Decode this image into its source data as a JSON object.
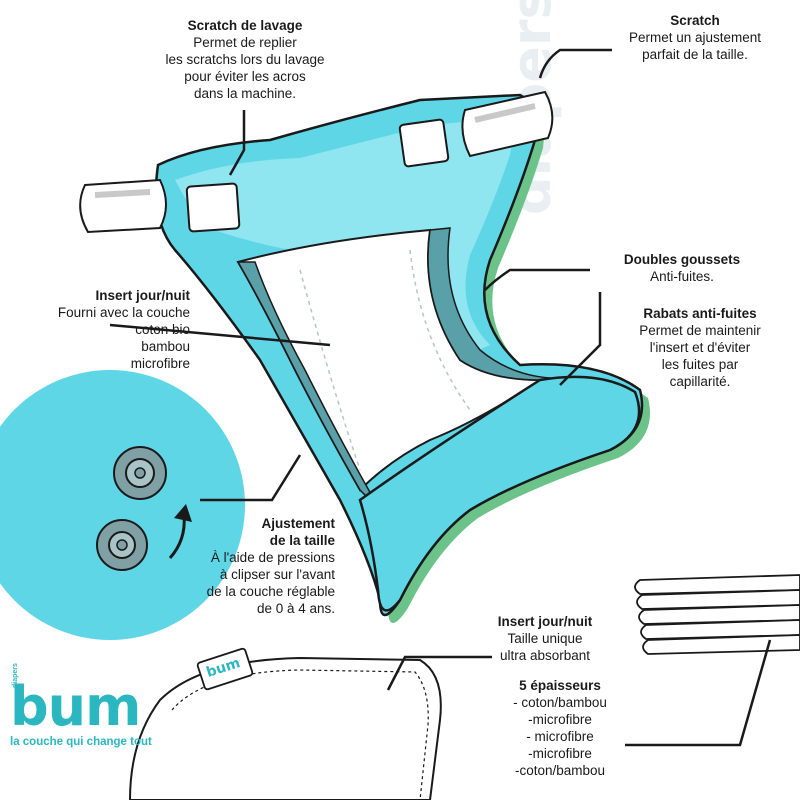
{
  "colors": {
    "primary": "#5fd6e6",
    "primary_light": "#a4ebf3",
    "outline": "#1a1a1a",
    "accent": "#2bb7bf",
    "shadow": "#6cc38a",
    "gusset": "#5aa0a8",
    "circle": "#5fd6e6"
  },
  "icons": {
    "snap_top": "snap-button-icon",
    "snap_bottom": "snap-button-icon",
    "arrow": "curved-arrow-icon"
  },
  "labels": {
    "scratch_lavage": {
      "title": "Scratch de lavage",
      "lines": [
        "Permet de replier",
        "les scratchs lors du lavage",
        "pour éviter les acros",
        "dans la machine."
      ]
    },
    "scratch": {
      "title": "Scratch",
      "lines": [
        "Permet un ajustement",
        "parfait de la taille."
      ]
    },
    "doubles_goussets": {
      "title": "Doubles goussets",
      "lines": [
        "Anti-fuites."
      ]
    },
    "rabats": {
      "title": "Rabats anti-fuites",
      "lines": [
        "Permet de maintenir",
        "l'insert et d'éviter",
        "les fuites par",
        "capillarité."
      ]
    },
    "insert_left": {
      "title": "Insert jour/nuit",
      "lines": [
        "Fourni avec la couche",
        "coton bio",
        "bambou",
        "microfibre"
      ]
    },
    "ajustement": {
      "title_lines": [
        "Ajustement",
        "de la taille"
      ],
      "lines": [
        "À l'aide de pressions",
        "à clipser sur l'avant",
        "de la couche réglable",
        "de 0 à 4 ans."
      ]
    },
    "insert_bottom": {
      "title": "Insert jour/nuit",
      "lines": [
        "Taille unique",
        "ultra absorbant"
      ]
    },
    "epaisseurs": {
      "title": "5 épaisseurs",
      "lines": [
        "- coton/bambou",
        "-microfibre",
        "- microfibre",
        "-microfibre",
        "-coton/bambou"
      ]
    }
  },
  "logo": {
    "word": "bum",
    "small": "diapers",
    "tagline": "la couche qui change tout"
  },
  "watermark": "diapers",
  "insert_tag": "bum"
}
